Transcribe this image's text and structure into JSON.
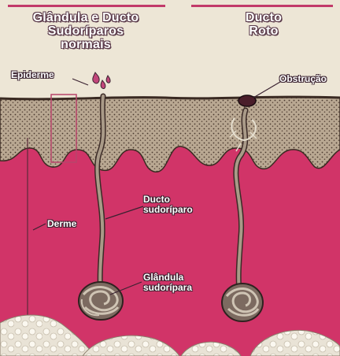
{
  "headers": {
    "left": [
      "Glândula e Ducto",
      "Sudoríparos",
      "normais"
    ],
    "right": [
      "Ducto",
      "Roto"
    ]
  },
  "labels": {
    "epiderme": "Epiderme",
    "obstrucao": "Obstrução",
    "derme": "Derme",
    "ducto_sudoriparo": [
      "Ducto",
      "sudoríparo"
    ],
    "glandula_sudoripara": [
      "Glândula",
      "sudorípara"
    ]
  },
  "colors": {
    "background": "#ede6d6",
    "dermis": "#cc2f62",
    "epidermis": "#b9a892",
    "fat": "#f3efe6",
    "duct": "#a99a88",
    "header_rule": "#c23a6a"
  }
}
